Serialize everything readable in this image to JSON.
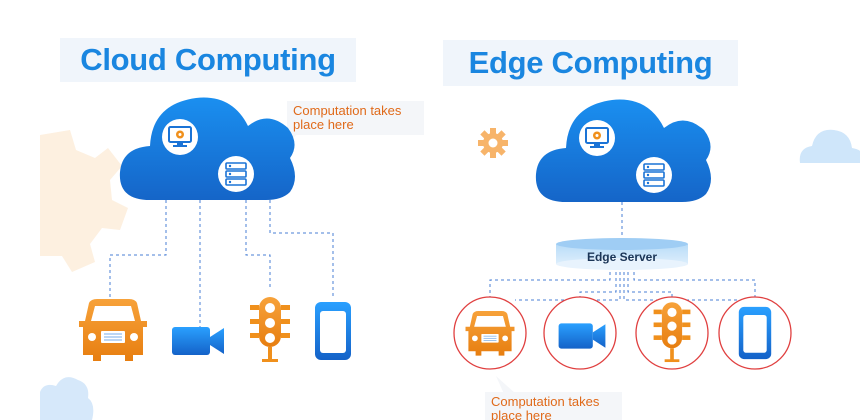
{
  "cloud": {
    "title": "Cloud Computing",
    "callout": "Computation takes place here"
  },
  "edge": {
    "title": "Edge Computing",
    "server_label": "Edge Server",
    "callout": "Computation takes place here"
  },
  "colors": {
    "title_blue": "#1a86e0",
    "cloud_blue": "#1f8fe6",
    "orange": "#f0901c",
    "callout_orange": "#e06a1a",
    "ring_red": "#e04040",
    "dashed_blue": "#4a7fd4"
  },
  "icons": {
    "devices": [
      "car-icon",
      "camera-icon",
      "traffic-light-icon",
      "phone-icon"
    ],
    "cloud": [
      "monitor-gear-icon",
      "server-icon"
    ],
    "decor": [
      "gear-icon",
      "cloud-icon"
    ]
  }
}
